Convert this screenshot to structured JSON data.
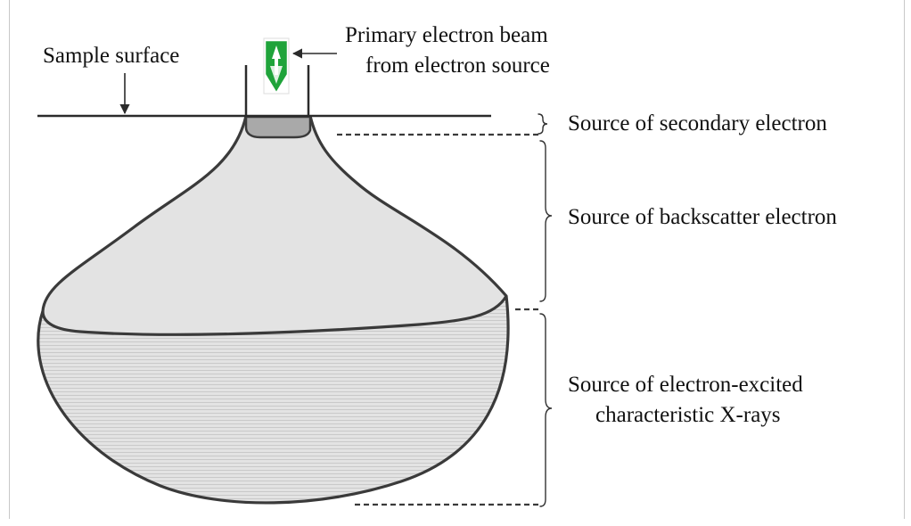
{
  "labels": {
    "sample_surface": "Sample surface",
    "primary_beam_line1": "Primary electron beam",
    "primary_beam_line2": "from electron source",
    "secondary": "Source of secondary electron",
    "backscatter": "Source of backscatter electron",
    "xray_line1": "Source of electron-excited",
    "xray_line2": "characteristic X-rays"
  },
  "colors": {
    "outline": "#3a3a3a",
    "volume_fill": "#e3e3e3",
    "secondary_fill": "#a9a9a9",
    "hatch_line": "#c9c9c9",
    "beam_icon": "#1fa33a"
  },
  "icons": {
    "beam": "electron-gun-icon"
  }
}
